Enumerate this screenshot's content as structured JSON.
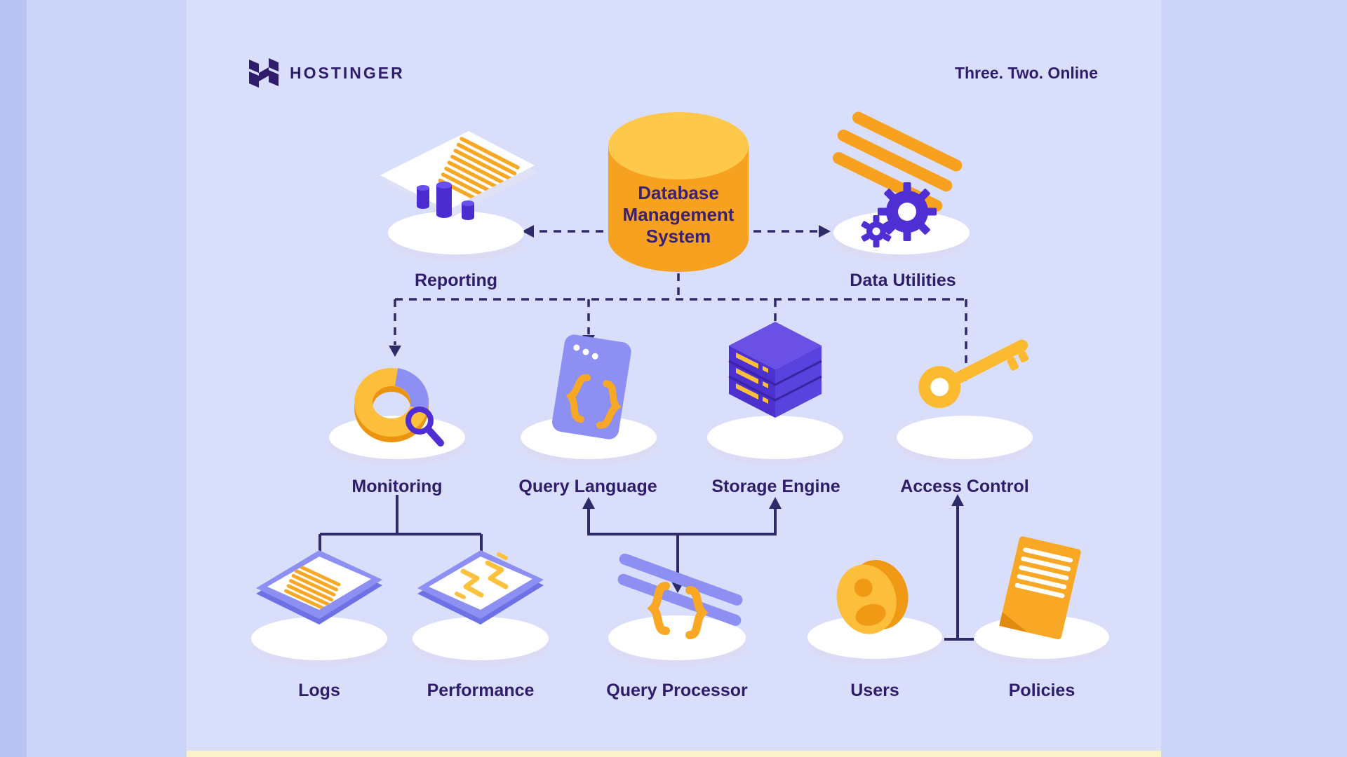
{
  "brand": {
    "name": "HOSTINGER",
    "tagline": "Three. Two. Online"
  },
  "diagram": {
    "root": {
      "label": "Database Management System",
      "line1": "Database",
      "line2": "Management",
      "line3": "System"
    },
    "nodes": {
      "reporting": {
        "label": "Reporting"
      },
      "data_utilities": {
        "label": "Data Utilities"
      },
      "monitoring": {
        "label": "Monitoring"
      },
      "query_language": {
        "label": "Query Language"
      },
      "storage_engine": {
        "label": "Storage Engine"
      },
      "access_control": {
        "label": "Access Control"
      },
      "logs": {
        "label": "Logs"
      },
      "performance": {
        "label": "Performance"
      },
      "query_processor": {
        "label": "Query Processor"
      },
      "users": {
        "label": "Users"
      },
      "policies": {
        "label": "Policies"
      }
    },
    "edges": [
      {
        "from": "dbms",
        "to": "reporting",
        "style": "dashed"
      },
      {
        "from": "dbms",
        "to": "data_utilities",
        "style": "dashed"
      },
      {
        "from": "dbms",
        "to": "monitoring",
        "style": "dashed"
      },
      {
        "from": "dbms",
        "to": "query_language",
        "style": "dashed"
      },
      {
        "from": "dbms",
        "to": "storage_engine",
        "style": "dashed"
      },
      {
        "from": "dbms",
        "to": "access_control",
        "style": "dashed"
      },
      {
        "from": "monitoring",
        "to": "logs",
        "style": "solid"
      },
      {
        "from": "monitoring",
        "to": "performance",
        "style": "solid"
      },
      {
        "from": "query_processor",
        "to": "query_language",
        "style": "solid"
      },
      {
        "from": "query_processor",
        "to": "storage_engine",
        "style": "solid"
      },
      {
        "from": "users",
        "to": "access_control",
        "style": "solid"
      },
      {
        "from": "policies",
        "to": "access_control",
        "style": "solid"
      }
    ]
  },
  "colors": {
    "background": "#cdd5f8",
    "panel": "#d9dffb",
    "left_band": "#bac4f2",
    "bottom_strip": "#faf2c8",
    "orange": "#f8a11e",
    "amber": "#fdbf3b",
    "yellow_light": "#fec84b",
    "purple": "#4f2ed3",
    "periwinkle": "#8d8ff2",
    "ink": "#2f1c6a",
    "line": "#2f2a68",
    "platform": "#ffffff"
  }
}
